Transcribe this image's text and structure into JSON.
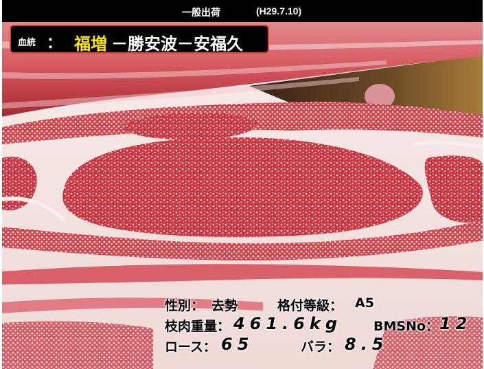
{
  "header": {
    "title": "一般出荷",
    "date": "(H29.7.10)"
  },
  "lineage": {
    "label": "血統",
    "colon": "：",
    "sire": "福増",
    "rest": "－勝安波－安福久"
  },
  "specs": {
    "sex_label": "性別：",
    "sex_value": "去勢",
    "grade_label": "格付等級：",
    "grade_value": "A5",
    "weight_label": "枝肉重量：",
    "weight_value": "461.6kg",
    "bms_label": "BMSNo：",
    "bms_value": "12",
    "loin_label": "ロース：",
    "loin_value": "65",
    "rib_label": "バラ：",
    "rib_value": "8.5"
  },
  "colors": {
    "header_bg": "#000000",
    "lineage_border": "#d4463c",
    "sire_highlight": "#ffe800",
    "meat_red": "#c8333f",
    "fat_white": "#f7ece8"
  }
}
